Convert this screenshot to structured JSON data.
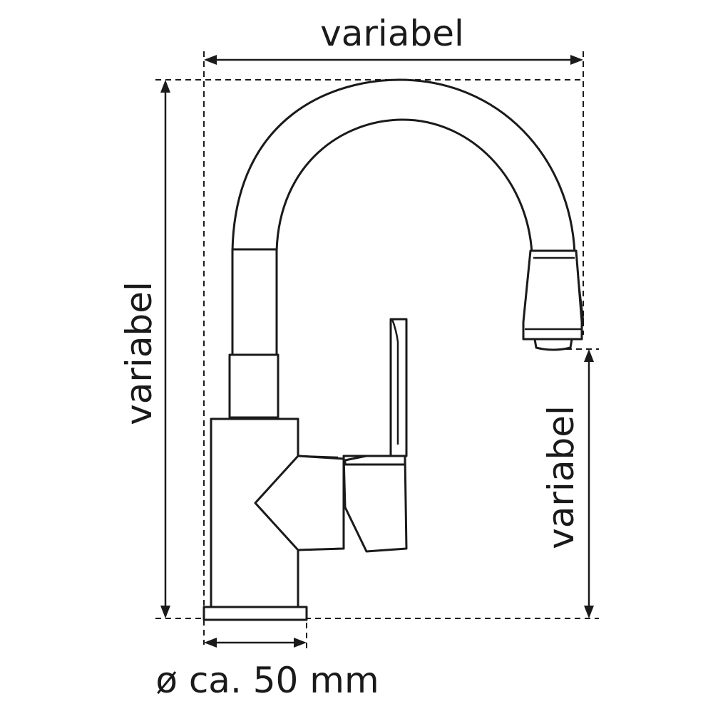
{
  "dimensions": {
    "top_width": "variabel",
    "left_height": "variabel",
    "right_spout_height": "variabel",
    "base_diameter": "ø ca. 50 mm"
  },
  "colors": {
    "line": "#1a1a1a",
    "background": "#ffffff"
  }
}
